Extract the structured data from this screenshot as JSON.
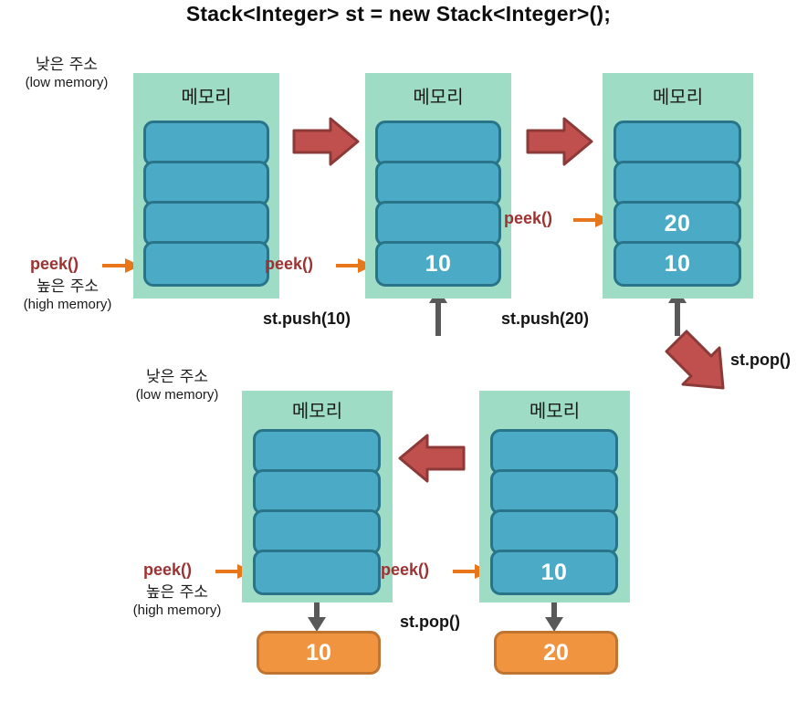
{
  "title": "Stack<Integer> st = new Stack<Integer>();",
  "colors": {
    "panel_green": "#9edcc6",
    "cell_blue": "#4babc6",
    "cell_border": "#2a7489",
    "output_orange": "#f0943f",
    "output_border": "#bf7430",
    "big_arrow_red": "#c0504d",
    "big_arrow_red_border": "#8c3a38",
    "peek_arrow_orange": "#e8761a",
    "peek_text_red": "#9e3232",
    "push_arrow_gray": "#595959",
    "title_black": "#0d0d0d"
  },
  "labels": {
    "memory": "메모리",
    "low_memory_ko": "낮은 주소",
    "low_memory_en": "(low memory)",
    "high_memory_ko": "높은 주소",
    "high_memory_en": "(high memory)",
    "peek": "peek()",
    "push10": "st.push(10)",
    "push20": "st.push(20)",
    "pop": "st.pop()"
  },
  "panels": [
    {
      "id": "panel-1",
      "name": "stack-empty",
      "title": "메모리",
      "cells": [
        "",
        "",
        "",
        ""
      ],
      "peek_label": "peek()",
      "addr_top_ko": "낮은 주소",
      "addr_top_en": "(low memory)",
      "addr_bottom_ko": "높은 주소",
      "addr_bottom_en": "(high memory)",
      "caption": "st.push(10)"
    },
    {
      "id": "panel-2",
      "name": "stack-after-push-10",
      "title": "메모리",
      "cells": [
        "",
        "",
        "",
        "10"
      ],
      "peek_label": "peek()",
      "caption": "st.push(20)"
    },
    {
      "id": "panel-3",
      "name": "stack-after-push-20",
      "title": "메모리",
      "cells": [
        "",
        "",
        "20",
        "10"
      ],
      "peek_label": "peek()",
      "caption": "st.pop()"
    },
    {
      "id": "panel-4",
      "name": "stack-after-pop-10",
      "title": "메모리",
      "cells": [
        "",
        "",
        "",
        ""
      ],
      "peek_label": "peek()",
      "addr_top_ko": "낮은 주소",
      "addr_top_en": "(low memory)",
      "addr_bottom_ko": "높은 주소",
      "addr_bottom_en": "(high memory)",
      "output": "10",
      "caption": "st.pop()"
    },
    {
      "id": "panel-5",
      "name": "stack-after-pop-20",
      "title": "메모리",
      "cells": [
        "",
        "",
        "",
        "10"
      ],
      "peek_label": "peek()",
      "output": "20"
    }
  ],
  "outputs": {
    "pop_result_left": "10",
    "pop_result_right": "20"
  }
}
